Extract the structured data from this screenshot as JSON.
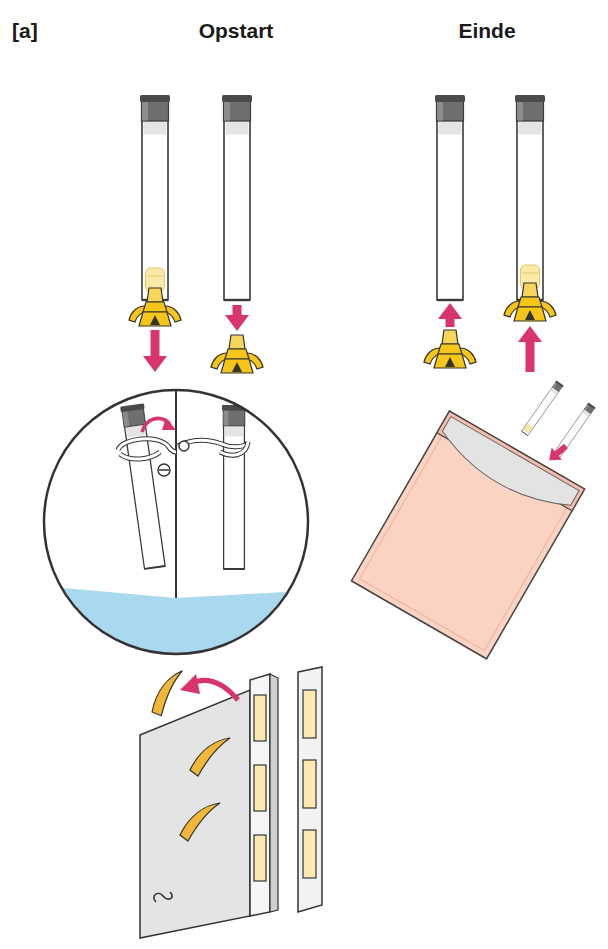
{
  "diagram": {
    "labels": [
      "[a]",
      "Opstart",
      "Einde"
    ]
  }
}
